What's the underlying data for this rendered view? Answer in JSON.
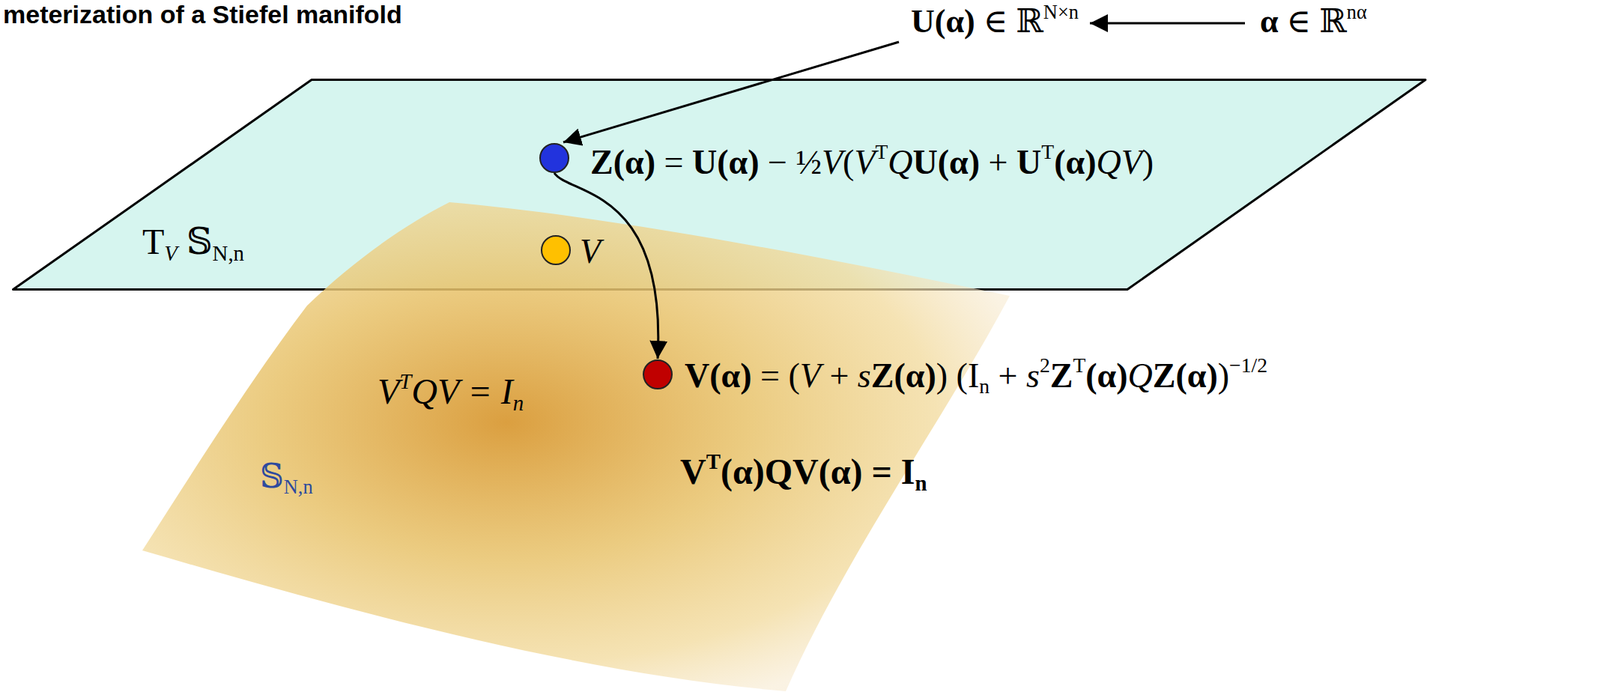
{
  "diagram": {
    "title": "meterization of a Stiefel manifold",
    "nodes": [
      {
        "text": [
          "TV 𝕊N,n"
        ]
      },
      {
        "text": [
          "Z(α) = U(α) − ½V(VTQU(α) + UT(α)QV)"
        ],
        "in": 0
      },
      {
        "text": [
          "V"
        ],
        "in": 0
      },
      {
        "text": [
          "VTQV = In",
          "𝕊N,n"
        ]
      },
      {
        "text": [
          "V(α) = (V + sZ(α)) (In + s2ZT(α)QZ(α))−1/2",
          "VT(α)QV(α) = In"
        ],
        "in": 3
      }
    ],
    "edges": [
      {
        "from": 1,
        "to": 4,
        "arrow": "to"
      }
    ],
    "labels": [
      "U(α) ∈ ℝN×n",
      "α ∈ ℝnα"
    ]
  }
}
